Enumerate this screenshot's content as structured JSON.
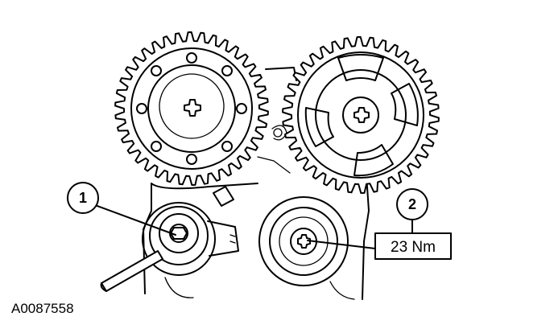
{
  "callouts": [
    {
      "id": "1",
      "label": "1"
    },
    {
      "id": "2",
      "label": "2"
    }
  ],
  "torque_spec": "23 Nm",
  "figure_reference": "A0087558",
  "colors": {
    "line": "#000000",
    "background": "#ffffff"
  }
}
